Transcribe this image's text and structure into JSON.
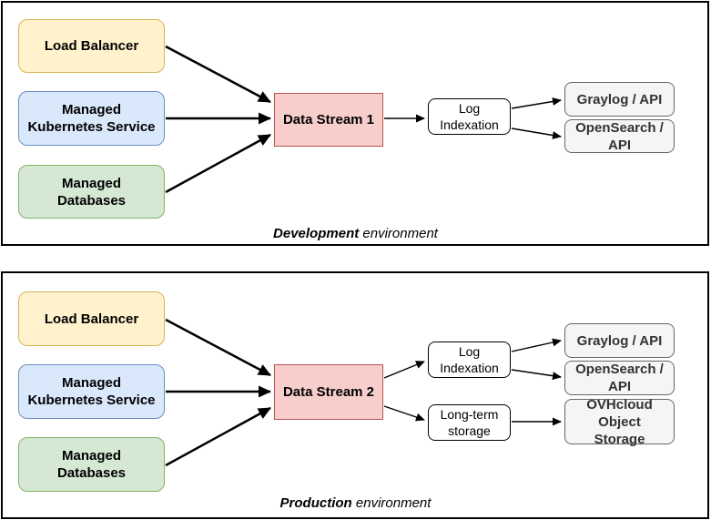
{
  "palette": {
    "yellow_fill": "#FFF2CC",
    "yellow_stroke": "#D6B656",
    "blue_fill": "#DAE8FC",
    "blue_stroke": "#6C8EBF",
    "green_fill": "#D5E8D4",
    "green_stroke": "#82B366",
    "red_fill": "#F8CECC",
    "red_stroke": "#B85450",
    "gray_fill": "#F5F5F5",
    "gray_stroke": "#666666",
    "frame_stroke": "#000000",
    "arrow_color": "#000000"
  },
  "dev": {
    "caption_emphasis": "Development",
    "caption_rest": "environment",
    "nodes": {
      "load_balancer": "Load Balancer",
      "kubernetes": "Managed Kubernetes Service",
      "databases": "Managed Databases",
      "data_stream": "Data Stream 1",
      "log_indexation": "Log Indexation",
      "graylog": "Graylog / API",
      "opensearch": "OpenSearch / API"
    }
  },
  "prod": {
    "caption_emphasis": "Production",
    "caption_rest": "environment",
    "nodes": {
      "load_balancer": "Load Balancer",
      "kubernetes": "Managed Kubernetes Service",
      "databases": "Managed Databases",
      "data_stream": "Data Stream 2",
      "log_indexation": "Log Indexation",
      "long_term_storage": "Long-term storage",
      "graylog": "Graylog / API",
      "opensearch": "OpenSearch / API",
      "object_storage": "OVHcloud Object Storage"
    }
  }
}
